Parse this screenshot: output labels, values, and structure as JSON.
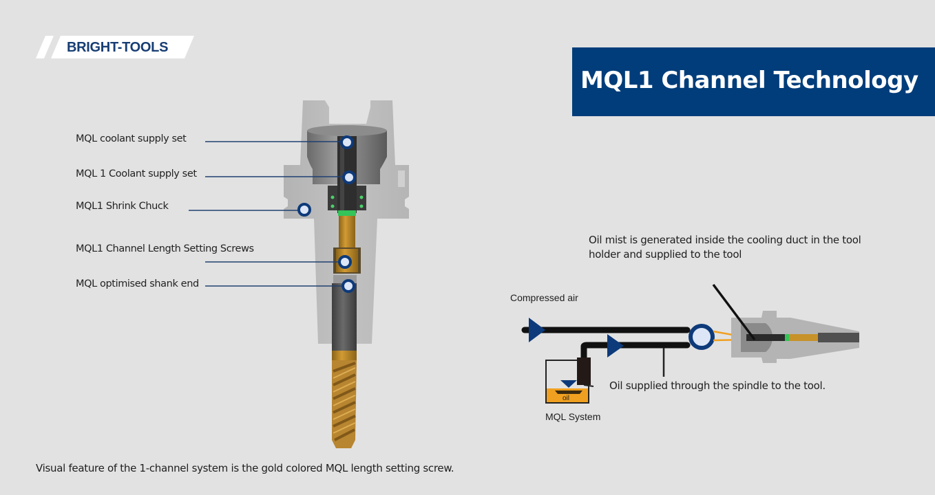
{
  "brand": {
    "name": "BRIGHT-TOOLS"
  },
  "header": {
    "title": "MQL1 Channel Technology"
  },
  "holder_diagram": {
    "callouts": [
      {
        "id": "coolant-supply-set",
        "label": "MQL coolant supply set"
      },
      {
        "id": "mql1-coolant-supply-set",
        "label": "MQL 1 Coolant supply set"
      },
      {
        "id": "shrink-chuck",
        "label": "MQL1 Shrink Chuck"
      },
      {
        "id": "length-setting-screws",
        "label": "MQL1 Channel Length Setting Screws"
      },
      {
        "id": "optimised-shank-end",
        "label": "MQL optimised shank end"
      }
    ],
    "caption": "Visual feature of the 1-channel system is the gold colored MQL length setting screw."
  },
  "flow_diagram": {
    "description": "Oil mist is generated inside the cooling duct in the tool holder and supplied to the tool",
    "compressed_air_label": "Compressed air",
    "oil_supply_label": "Oil supplied through the spindle to the tool.",
    "mql_system_label": "MQL System",
    "oil_tank_label": "oil"
  },
  "colors": {
    "brand_blue": "#003d7a",
    "logo_blue": "#173d73",
    "marker_blue": "#0d3a7a",
    "marker_fill": "#dce6f7",
    "gold": "#c8922a",
    "oil_orange": "#f0a020",
    "seal_green": "#35c45a"
  }
}
